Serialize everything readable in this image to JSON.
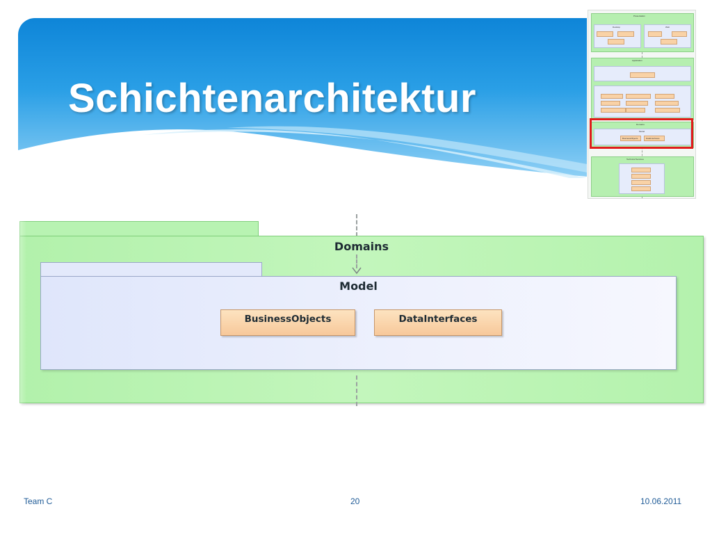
{
  "slide": {
    "title": "Schichtenarchitektur"
  },
  "thumbnail": {
    "labels": {
      "presentation": "Presentation",
      "desktop": "Desktop",
      "web": "Web",
      "application": "Application",
      "domains": "Domains",
      "model": "Model",
      "technical_services": "Technical Services",
      "business_objects": "BusinessObjects",
      "data_interfaces": "DataInterfaces"
    }
  },
  "diagram": {
    "outer_package": "Domains",
    "inner_package": "Model",
    "classes": [
      "BusinessObjects",
      "DataInterfaces"
    ]
  },
  "footer": {
    "team": "Team C",
    "page": "20",
    "date": "10.06.2011"
  },
  "colors": {
    "banner": "#0e85d8",
    "package_green": "#b8f3b2",
    "package_blue": "#e3e9fb",
    "class_orange": "#f9d2a6",
    "highlight": "#e01b1b",
    "footer_text": "#1e5a96"
  }
}
